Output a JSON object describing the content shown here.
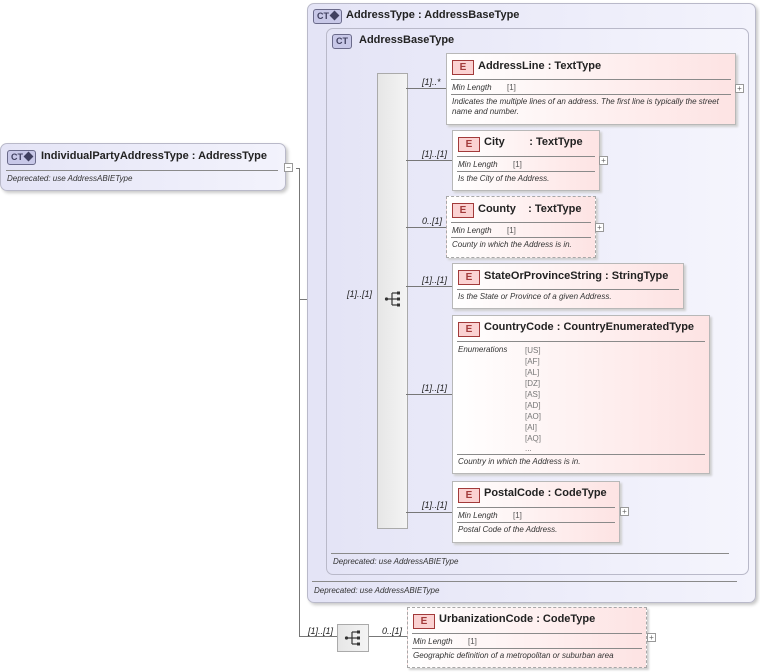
{
  "address_type": {
    "badge": "CT",
    "name": "AddressType",
    "base": ": AddressBaseType",
    "deprecated": "Deprecated: use AddressABIEType"
  },
  "address_base_type": {
    "badge": "CT",
    "name": "AddressBaseType",
    "deprecated": "Deprecated: use AddressABIEType"
  },
  "root": {
    "badge": "CT",
    "name": "IndividualPartyAddressType",
    "base": ": AddressType",
    "deprecated": "Deprecated: use AddressABIEType",
    "sequence_multiplicity": "[1]..[1]"
  },
  "elements": {
    "address_line": {
      "badge": "E",
      "name": "AddressLine",
      "type": ": TextType",
      "multiplicity": "[1]..*",
      "facet": "Min Length",
      "facet_value": "[1]",
      "desc": "Indicates the multiple lines of an address. The first line is typically the street name and number."
    },
    "city": {
      "badge": "E",
      "name": "City",
      "type": ": TextType",
      "multiplicity": "[1]..[1]",
      "facet": "Min Length",
      "facet_value": "[1]",
      "desc": "Is the City of the Address."
    },
    "county": {
      "badge": "E",
      "name": "County",
      "type": ": TextType",
      "multiplicity": "0..[1]",
      "facet": "Min Length",
      "facet_value": "[1]",
      "desc": "County in which the Address is in."
    },
    "state": {
      "badge": "E",
      "name": "StateOrProvinceString",
      "type": ": StringType",
      "multiplicity": "[1]..[1]",
      "desc": "Is the State or Province of a given Address."
    },
    "country": {
      "badge": "E",
      "name": "CountryCode",
      "type": ": CountryEnumeratedType",
      "multiplicity": "[1]..[1]",
      "facet": "Enumerations",
      "enums": [
        "[US]",
        "[AF]",
        "[AL]",
        "[DZ]",
        "[AS]",
        "[AD]",
        "[AO]",
        "[AI]",
        "[AQ]",
        "..."
      ],
      "desc": "Country in which the Address is in."
    },
    "postal": {
      "badge": "E",
      "name": "PostalCode",
      "type": ": CodeType",
      "multiplicity": "[1]..[1]",
      "facet": "Min Length",
      "facet_value": "[1]",
      "desc": "Postal Code of the Address."
    },
    "urbanization": {
      "badge": "E",
      "name": "UrbanizationCode",
      "type": ": CodeType",
      "multiplicity": "0..[1]",
      "facet": "Min Length",
      "facet_value": "[1]",
      "desc": "Geographic definition of a metropolitan or suburban area"
    }
  },
  "lower_sequence_multiplicity": "[1]..[1]",
  "expand_symbol": "+",
  "collapse_symbol": "−"
}
